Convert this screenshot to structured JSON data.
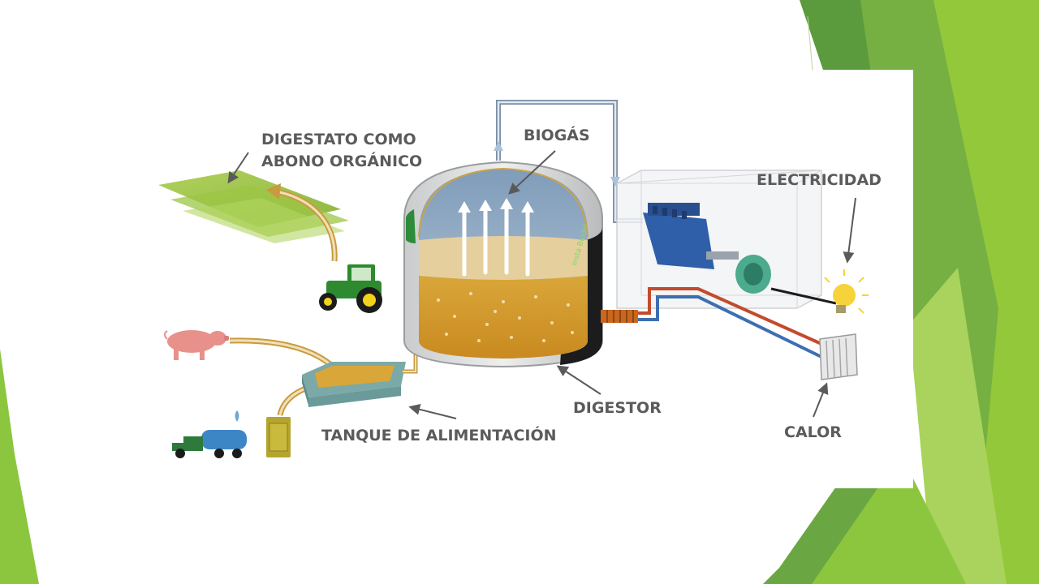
{
  "slide": {
    "theme_colors": {
      "dark_green": "#5c9a3e",
      "mid_green": "#79b544",
      "light_green": "#9acd3c",
      "pale_green": "#c6e38f"
    }
  },
  "diagram": {
    "labels": {
      "digestato_line1": "DIGESTATO COMO",
      "digestato_line2": "ABONO ORGÁNICO",
      "biogas": "BIOGÁS",
      "electricidad": "ELECTRICIDAD",
      "digestor": "DIGESTOR",
      "tanque": "TANQUE DE ALIMENTACIÓN",
      "calor": "CALOR"
    },
    "digester_side_text": "Insta Biodel"
  }
}
